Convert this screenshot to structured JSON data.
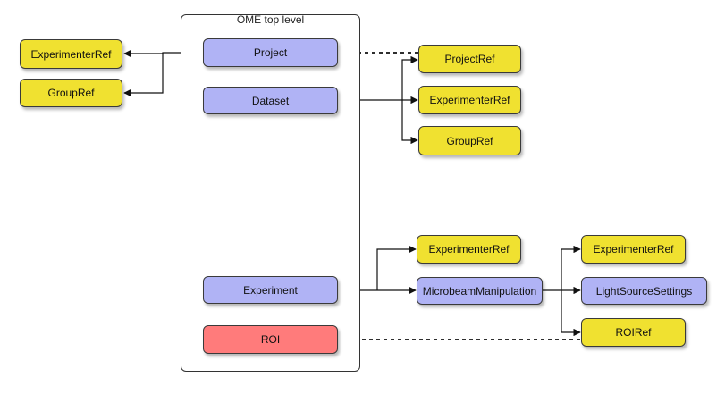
{
  "container": {
    "title": "OME top level"
  },
  "nodes": {
    "project": "Project",
    "dataset": "Dataset",
    "experiment": "Experiment",
    "roi": "ROI",
    "experimenter_ref_left": "ExperimenterRef",
    "group_ref_left": "GroupRef",
    "project_ref": "ProjectRef",
    "experimenter_ref_dataset": "ExperimenterRef",
    "group_ref_dataset": "GroupRef",
    "experimenter_ref_experiment": "ExperimenterRef",
    "microbeam_manipulation": "MicrobeamManipulation",
    "experimenter_ref_microbeam": "ExperimenterRef",
    "light_source_settings": "LightSourceSettings",
    "roi_ref": "ROIRef"
  },
  "colors": {
    "top_level_element": "#b0b3f5",
    "reference": "#f0e130",
    "roi": "#ff7b7b",
    "line": "#111111"
  }
}
